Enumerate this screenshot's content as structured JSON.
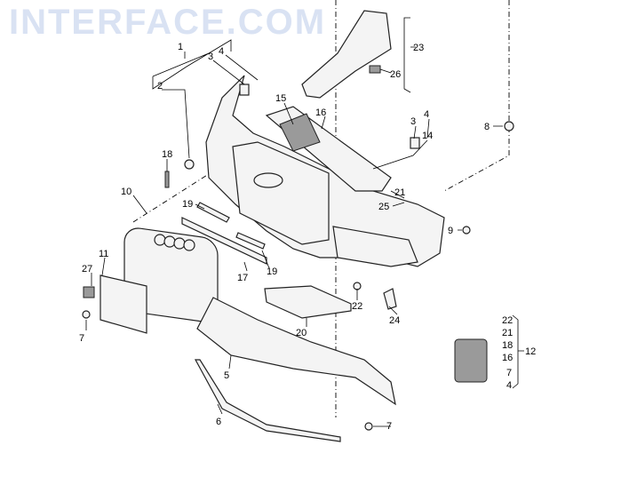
{
  "watermark": "INTERFACE.COM",
  "callouts": {
    "c1": "1",
    "c3a": "3",
    "c4a": "4",
    "c2": "2",
    "c15": "15",
    "c16": "16",
    "c23": "23",
    "c26": "26",
    "c3b": "3",
    "c4b": "4",
    "c14": "14",
    "c8": "8",
    "c18": "18",
    "c10": "10",
    "c19a": "19",
    "c21": "21",
    "c25": "25",
    "c9": "9",
    "c17": "17",
    "c19b": "19",
    "c11": "11",
    "c27": "27",
    "c7a": "7",
    "c22": "22",
    "c24": "24",
    "c20": "20",
    "c5": "5",
    "c6": "6",
    "c7b": "7"
  },
  "kit": {
    "items": [
      "22",
      "21",
      "18",
      "16",
      "7",
      "4"
    ],
    "label": "12"
  }
}
